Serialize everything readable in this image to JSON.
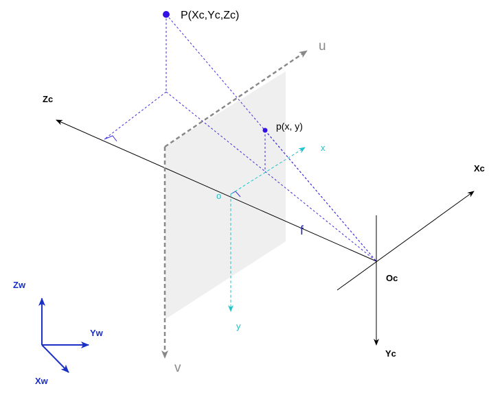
{
  "colors": {
    "black": "#000000",
    "gray_axis": "#888888",
    "plane_fill": "#efefef",
    "violet": "#3a2bdc",
    "point": "#3310e6",
    "cyan": "#1cc4c9",
    "blue_axes": "#1a2fc4",
    "focal": "#1f1fb5"
  },
  "labels": {
    "P": "P(Xc,Yc,Zc)",
    "p": "p(x, y)",
    "u": "u",
    "v": "v",
    "x": "x",
    "y": "y",
    "o": "o",
    "f": "f",
    "Zc": "Zc",
    "Xc": "Xc",
    "Yc": "Yc",
    "Oc": "Oc",
    "Zw": "Zw",
    "Yw": "Yw",
    "Xw": "Xw"
  }
}
